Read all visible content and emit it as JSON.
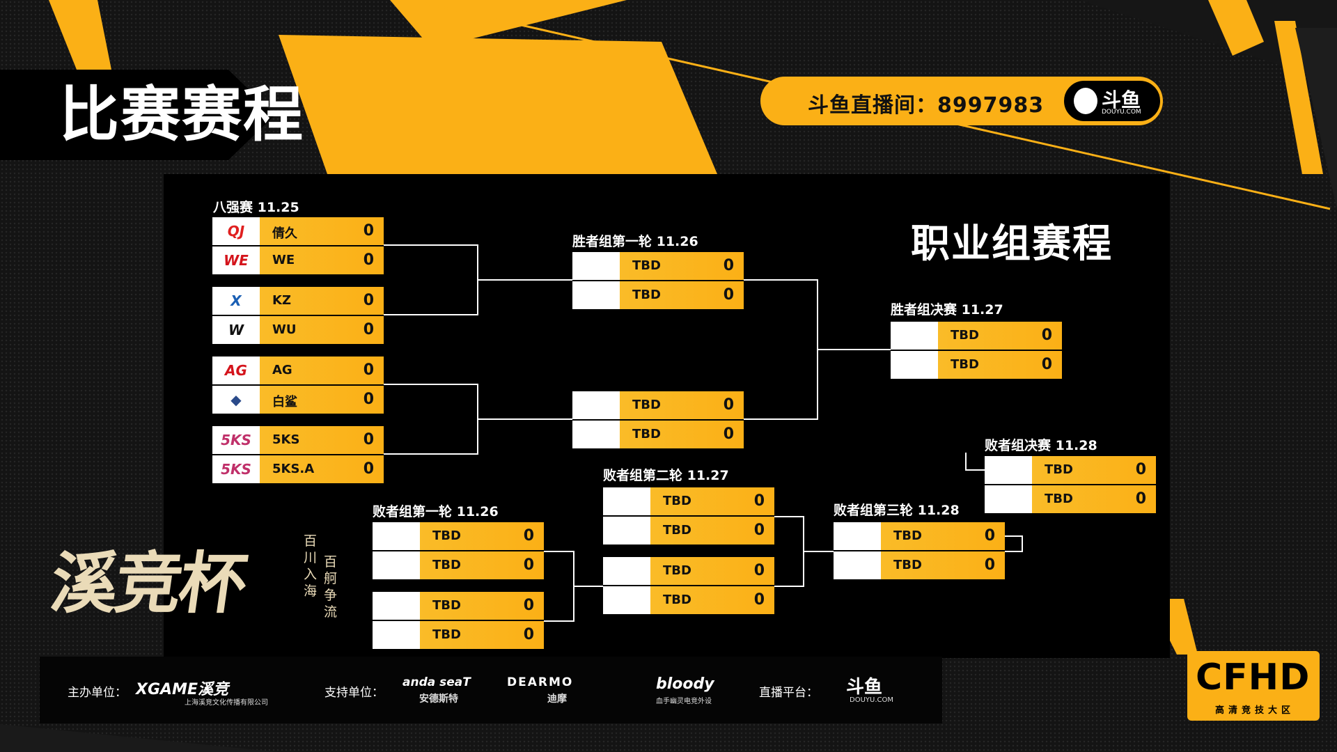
{
  "header": {
    "title": "比赛赛程"
  },
  "stream": {
    "text": "斗鱼直播间：8997983",
    "logo_text": "斗鱼",
    "logo_sub": "DOUYU.COM"
  },
  "pro_title": "职业组赛程",
  "stages": {
    "r8": "八强赛  11.25",
    "wb1": "胜者组第一轮  11.26",
    "wbf": "胜者组决赛  11.27",
    "lbf": "败者组决赛    11.28",
    "lb2": "败者组第二轮  11.27",
    "lb1": "败者组第一轮  11.26",
    "lb3": "败者组第三轮  11.28"
  },
  "matches": {
    "r8_1": [
      {
        "name": "倩久",
        "score": "0",
        "logo": "qj-logo-icon"
      },
      {
        "name": "WE",
        "score": "0",
        "logo": "we-logo-icon"
      }
    ],
    "r8_2": [
      {
        "name": "KZ",
        "score": "0",
        "logo": "kz-logo-icon"
      },
      {
        "name": "WU",
        "score": "0",
        "logo": "wings-up-logo-icon"
      }
    ],
    "r8_3": [
      {
        "name": "AG",
        "score": "0",
        "logo": "ag-logo-icon"
      },
      {
        "name": "白鲨",
        "score": "0",
        "logo": "shark-logo-icon"
      }
    ],
    "r8_4": [
      {
        "name": "5KS",
        "score": "0",
        "logo": "5ks-logo-icon"
      },
      {
        "name": "5KS.A",
        "score": "0",
        "logo": "5ks-logo-icon"
      }
    ],
    "wb1_1": [
      {
        "name": "TBD",
        "score": "0"
      },
      {
        "name": "TBD",
        "score": "0"
      }
    ],
    "wb1_2": [
      {
        "name": "TBD",
        "score": "0"
      },
      {
        "name": "TBD",
        "score": "0"
      }
    ],
    "wbf": [
      {
        "name": "TBD",
        "score": "0"
      },
      {
        "name": "TBD",
        "score": "0"
      }
    ],
    "lbf": [
      {
        "name": "TBD",
        "score": "0"
      },
      {
        "name": "TBD",
        "score": "0"
      }
    ],
    "lb2_1": [
      {
        "name": "TBD",
        "score": "0"
      },
      {
        "name": "TBD",
        "score": "0"
      }
    ],
    "lb2_2": [
      {
        "name": "TBD",
        "score": "0"
      },
      {
        "name": "TBD",
        "score": "0"
      }
    ],
    "lb1_1": [
      {
        "name": "TBD",
        "score": "0"
      },
      {
        "name": "TBD",
        "score": "0"
      }
    ],
    "lb1_2": [
      {
        "name": "TBD",
        "score": "0"
      },
      {
        "name": "TBD",
        "score": "0"
      }
    ],
    "lb3": [
      {
        "name": "TBD",
        "score": "0"
      },
      {
        "name": "TBD",
        "score": "0"
      }
    ]
  },
  "event": {
    "title": "溪竞杯",
    "motto1": "百川入海",
    "motto2": "百舸争流"
  },
  "sponsors": {
    "host_label": "主办单位：",
    "host_logo": "XGAME溪竞",
    "host_sub": "上海溪竞文化传播有限公司",
    "support_label": "支持单位：",
    "support1": "anda seaT",
    "support1_sub": "安德斯特",
    "support2": "DEARMO",
    "support2_sub": "迪摩",
    "support3": "bloody",
    "support3_sub": "血手幽灵电竞外设",
    "live_label": "直播平台：",
    "live_logo": "斗鱼",
    "live_sub": "DOUYU.COM"
  },
  "corner": {
    "title": "CFHD",
    "sub": "高清竞技大区"
  },
  "colors": {
    "accent": "#fbb016",
    "background": "#0e0e0e"
  }
}
